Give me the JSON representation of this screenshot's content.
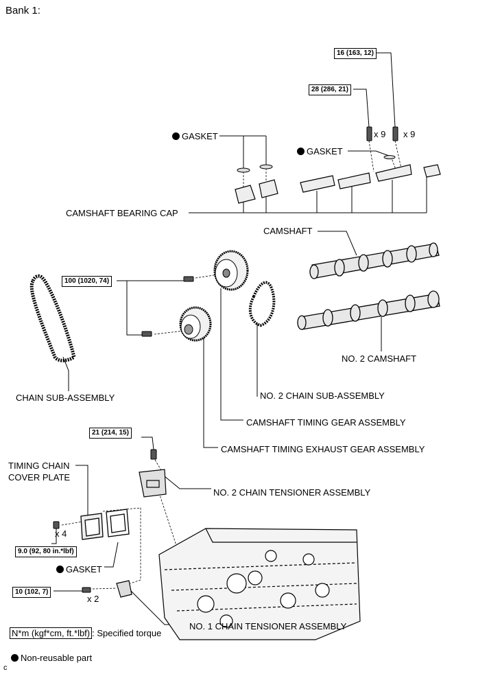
{
  "title": "Bank 1:",
  "labels": {
    "gasket_left": "GASKET",
    "gasket_right": "GASKET",
    "camshaft_bearing_cap": "CAMSHAFT BEARING CAP",
    "camshaft": "CAMSHAFT",
    "no2_camshaft": "NO. 2 CAMSHAFT",
    "chain_sub_assembly": "CHAIN SUB-ASSEMBLY",
    "no2_chain_sub_assembly": "NO. 2 CHAIN SUB-ASSEMBLY",
    "camshaft_timing_gear_assembly": "CAMSHAFT TIMING GEAR ASSEMBLY",
    "camshaft_timing_exhaust_gear_assembly": "CAMSHAFT TIMING EXHAUST GEAR ASSEMBLY",
    "timing_chain_cover_plate_line1": "TIMING CHAIN",
    "timing_chain_cover_plate_line2": "COVER PLATE",
    "no2_chain_tensioner_assembly": "NO. 2 CHAIN TENSIONER ASSEMBLY",
    "gasket_cover": "GASKET",
    "no1_chain_tensioner_assembly": "NO. 1 CHAIN TENSIONER ASSEMBLY"
  },
  "torques": {
    "t16": "16 (163, 12)",
    "t28": "28 (286, 21)",
    "t100": "100 (1020, 74)",
    "t21": "21 (214, 15)",
    "t9": "9.0 (92, 80 in.*lbf)",
    "t10": "10 (102, 7)"
  },
  "quantities": {
    "bolt28": "x 9",
    "bolt16": "x 9",
    "cover_bolts": "x 4",
    "tensioner_bolts": "x 2"
  },
  "legend": {
    "torque_unit": "N*m (kgf*cm, ft.*lbf)",
    "torque_text": ": Specified torque",
    "non_reusable": "Non-reusable part"
  },
  "corner_mark": "c"
}
